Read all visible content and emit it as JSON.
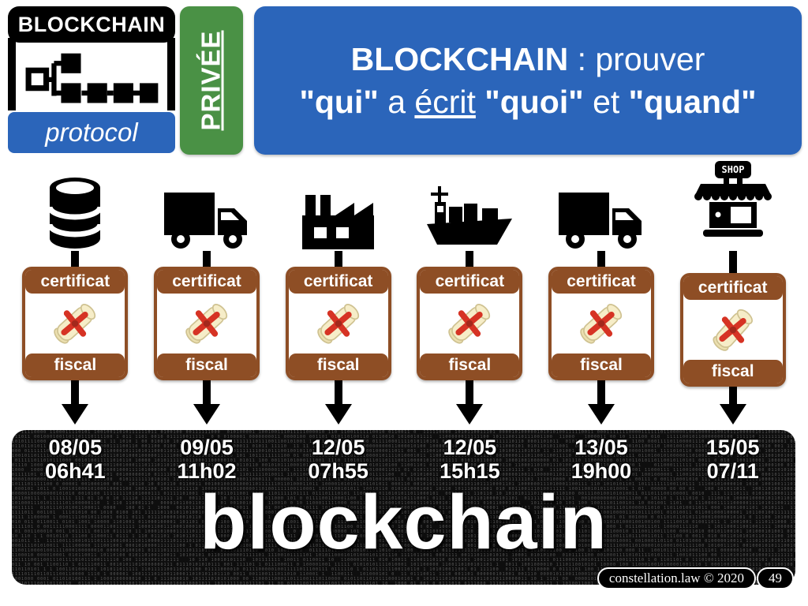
{
  "slide": {
    "logo": {
      "title": "BLOCKCHAIN",
      "subtitle": "protocol"
    },
    "badge": {
      "label": "PRIVÉE"
    },
    "headline": {
      "line1_bold": "BLOCKCHAIN",
      "line1_rest": " : prouver",
      "line2_q1": "\"qui\"",
      "line2_a": " a ",
      "line2_ecrit": "écrit",
      "line2_sp": " ",
      "line2_q2": "\"quoi\"",
      "line2_et": " et ",
      "line2_q3": "\"quand\""
    },
    "certificate": {
      "header": "certificat",
      "footer": "fiscal"
    },
    "shop_sign": "SHOP",
    "columns": [
      {
        "icon": "database-icon",
        "date": "08/05",
        "time": "06h41"
      },
      {
        "icon": "truck-icon",
        "date": "09/05",
        "time": "11h02"
      },
      {
        "icon": "factory-icon",
        "date": "12/05",
        "time": "07h55"
      },
      {
        "icon": "cargo-ship-icon",
        "date": "12/05",
        "time": "15h15"
      },
      {
        "icon": "truck-icon",
        "date": "13/05",
        "time": "19h00"
      },
      {
        "icon": "shop-icon",
        "date": "15/05",
        "time": "07/11"
      }
    ],
    "banner": {
      "word": "blockchain"
    },
    "footer": {
      "credit": "constellation.law © 2020",
      "page": "49"
    },
    "colors": {
      "blue": "#2b65ba",
      "green": "#4a9145",
      "brown": "#8e4e25",
      "banner_black": "#0e0e0e",
      "scroll_cream": "#f6edc8",
      "ribbon_red": "#d63324"
    }
  }
}
